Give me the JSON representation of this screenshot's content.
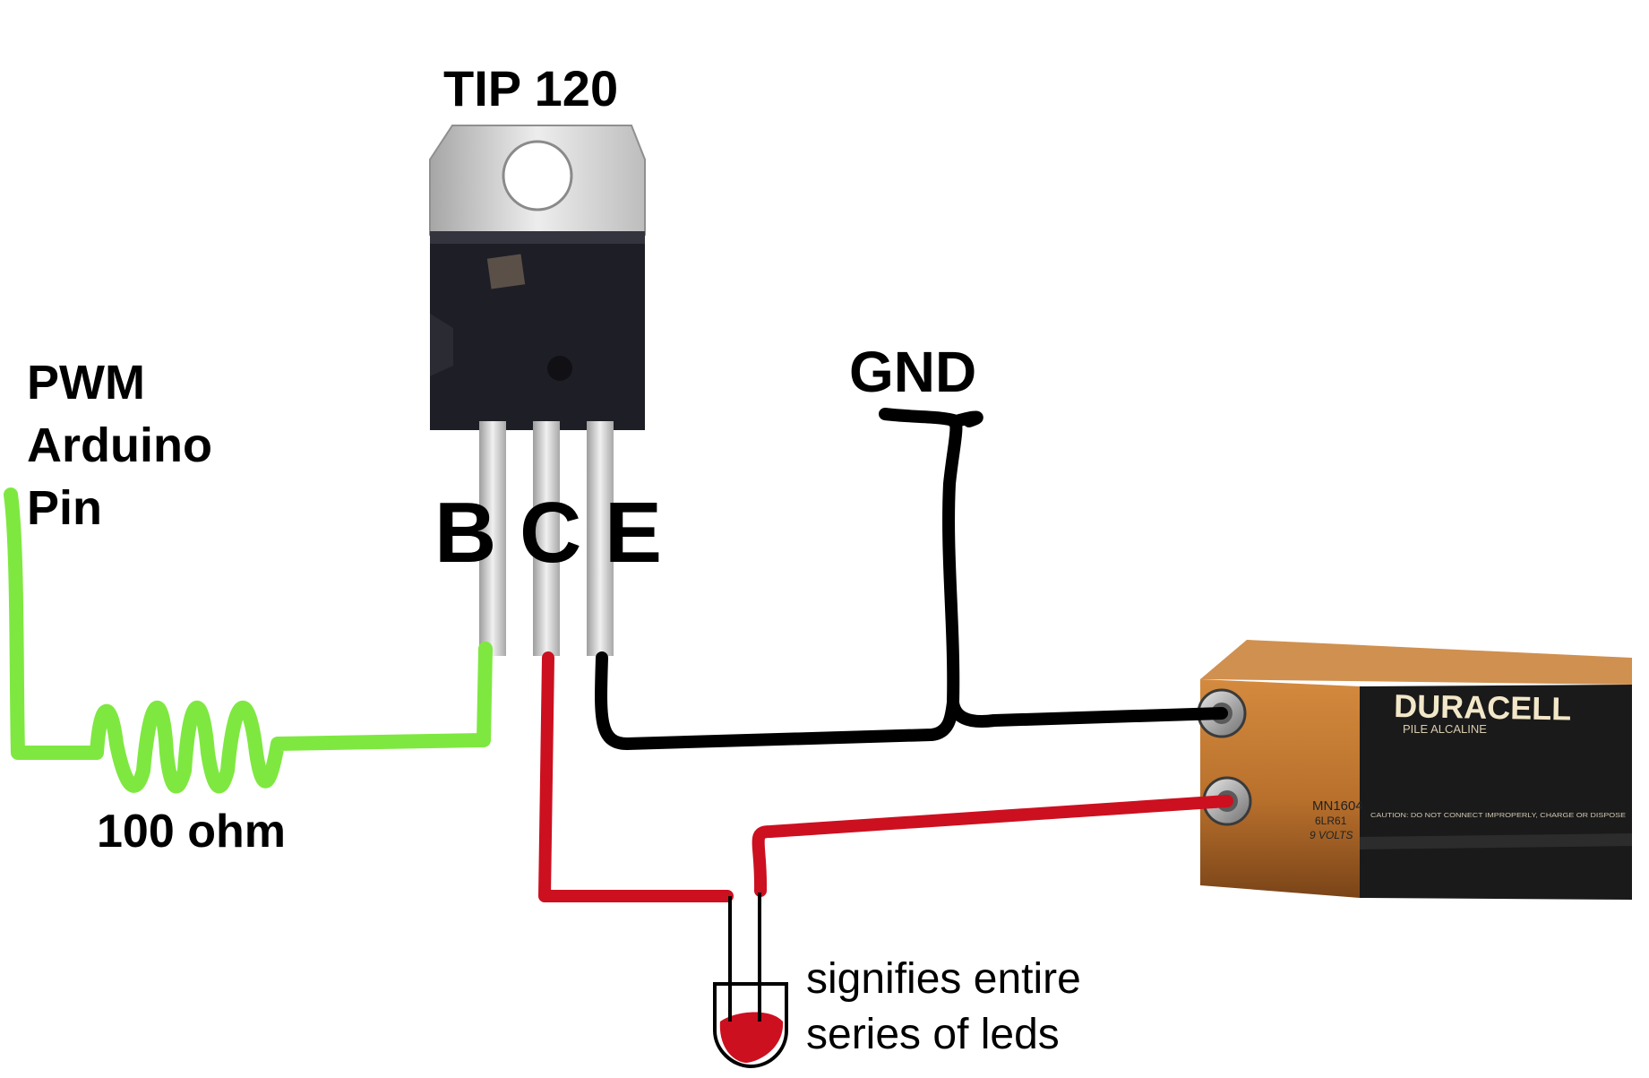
{
  "transistor": {
    "label": "TIP 120",
    "pins": {
      "base": "B",
      "collector": "C",
      "emitter": "E"
    }
  },
  "input": {
    "lines": [
      "PWM",
      "Arduino",
      "Pin"
    ]
  },
  "resistor": {
    "label": "100 ohm"
  },
  "ground": {
    "label": "GND"
  },
  "led": {
    "lines": [
      "signifies entire",
      "series of leds"
    ]
  },
  "battery": {
    "brand": "DURACELL",
    "subtitle": "PILE ALCALINE",
    "model": "MN1604",
    "code": "6LR61",
    "voltage": "9 VOLTS",
    "caution": "CAUTION: DO NOT CONNECT IMPROPERLY, CHARGE OR DISPOSE"
  },
  "colors": {
    "signal_wire": "#7ee840",
    "positive_wire": "#cc1020",
    "ground_wire": "#000000",
    "battery_copper": "#b8702c",
    "battery_black": "#1a1a1a",
    "brand_text": "#f2e7c8",
    "led_fill": "#cc1020"
  }
}
